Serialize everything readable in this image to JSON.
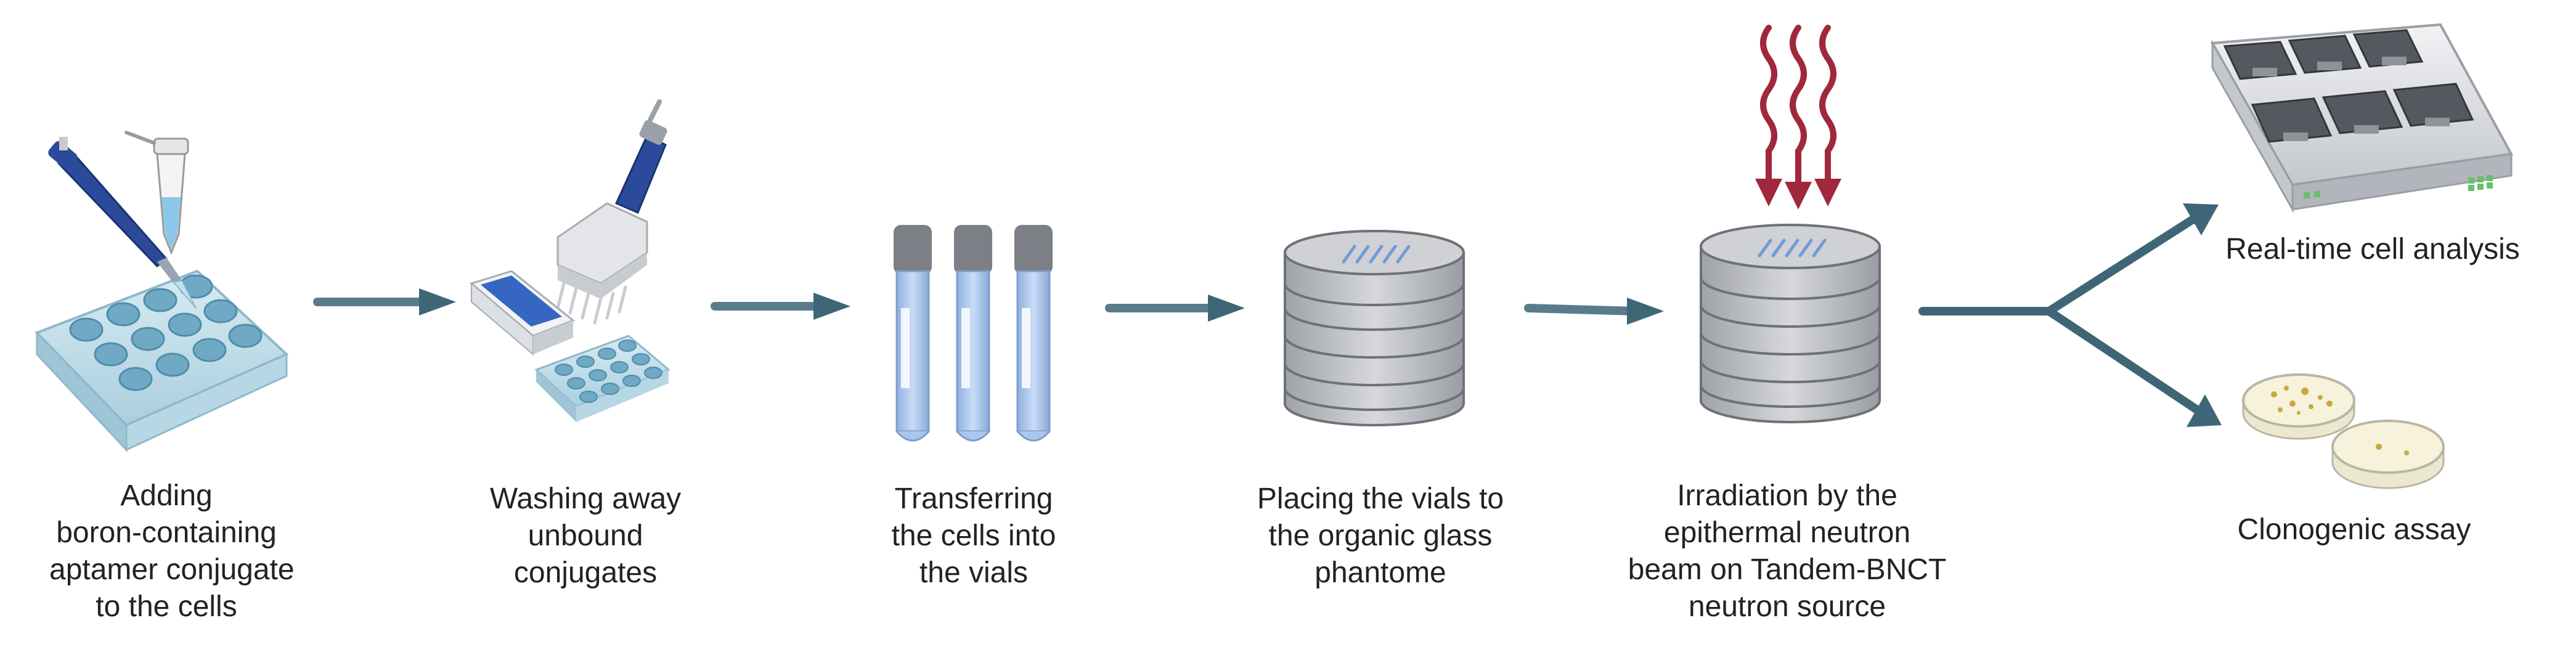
{
  "steps": [
    {
      "lines": [
        "Adding",
        "boron-containing",
        "aptamer conjugate",
        "to the cells"
      ]
    },
    {
      "lines": [
        "Washing away",
        "unbound",
        "conjugates"
      ]
    },
    {
      "lines": [
        "Transferring",
        "the cells into",
        "the vials"
      ]
    },
    {
      "lines": [
        "Placing the vials to",
        "the  organic glass",
        "phantome"
      ]
    },
    {
      "lines": [
        "Irradiation by the",
        "epithermal neutron",
        "beam on Tandem-BNCT",
        "neutron source"
      ]
    }
  ],
  "outcomes": [
    {
      "label": "Real-time cell analysis"
    },
    {
      "label": "Clonogenic assay"
    }
  ],
  "colors": {
    "arrow": "#3e6676",
    "beam": "#a0283c",
    "plate": "#bcdce8",
    "well": "#6fa9c4",
    "pipette": "#2c4a9a",
    "vial_cap": "#7d7f86",
    "vial_body": "#a9c6ee",
    "phantom": "#b4b6bb",
    "petri_colony": "#c9a93a"
  }
}
